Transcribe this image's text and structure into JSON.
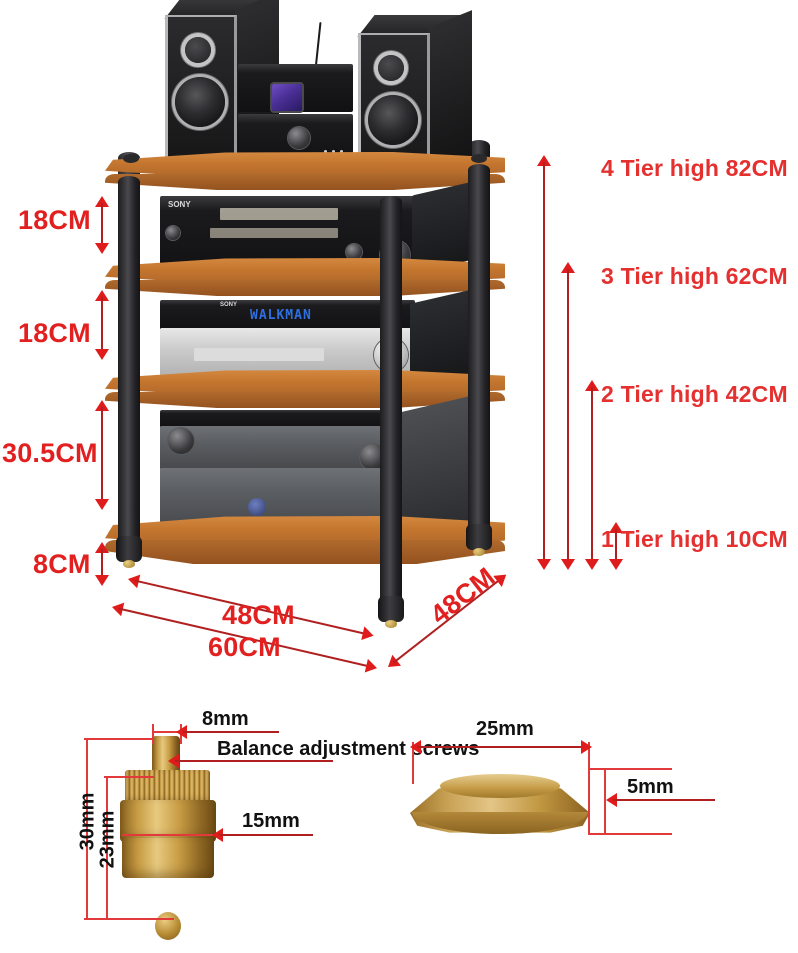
{
  "diagram": {
    "title": "4-Tier Audio Rack Dimension Diagram",
    "accent_red": "#e22020",
    "arrow_red": "#b02020",
    "wood_color": "#c4762f",
    "post_color": "#1d1d1f",
    "brass_color": "#c79c44"
  },
  "left_dimensions": [
    {
      "id": "gap-tier4",
      "label": "18CM"
    },
    {
      "id": "gap-tier3",
      "label": "18CM"
    },
    {
      "id": "gap-tier2",
      "label": "30.5CM"
    },
    {
      "id": "gap-tier1",
      "label": "8CM"
    }
  ],
  "right_dimensions": [
    {
      "id": "tier-4",
      "label": "4 Tier high 82CM"
    },
    {
      "id": "tier-3",
      "label": "3 Tier high 62CM"
    },
    {
      "id": "tier-2",
      "label": "2 Tier high 42CM"
    },
    {
      "id": "tier-1",
      "label": "1 Tier high 10CM"
    }
  ],
  "base_dimensions": [
    {
      "id": "depth-front",
      "label": "48CM"
    },
    {
      "id": "width-front",
      "label": "60CM"
    },
    {
      "id": "depth-right",
      "label": "48CM"
    }
  ],
  "equipment": {
    "receiver_brand": "SONY",
    "deck_brand": "SONY",
    "deck_model": "WALKMAN"
  },
  "screw_detail": {
    "caption": "Balance adjustment screws",
    "thread_diameter": "8mm",
    "total_height": "30mm",
    "body_height": "23mm",
    "body_diameter": "15mm"
  },
  "disc_detail": {
    "diameter": "25mm",
    "thickness": "5mm"
  }
}
